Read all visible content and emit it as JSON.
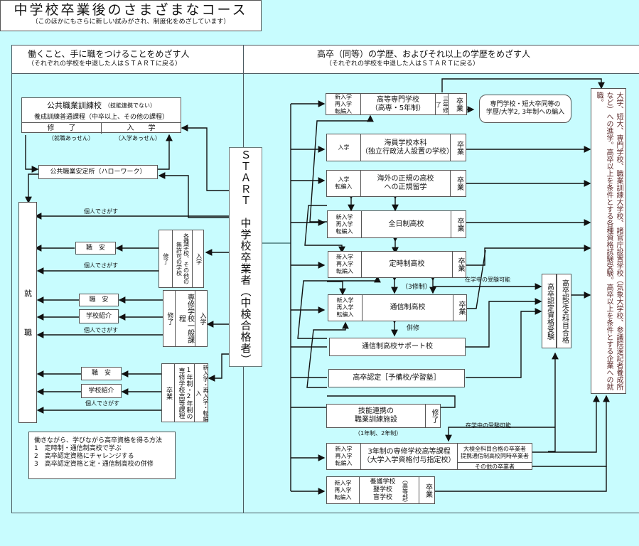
{
  "title": {
    "main": "中学校卒業後のさまざまなコース",
    "sub": "（このほかにもさらに新しい試みがされ、制度化をめざしています）"
  },
  "left_panel": {
    "heading": "働くこと、手に職をつけることをめざす人",
    "subheading": "（それぞれの学校を中退した人はＳＴＡＲＴに戻る）",
    "vocational_school": {
      "name": "公共職業訓練校",
      "note": "（技能連携でない）",
      "course": "養成訓練普通課程（中卒以上、その他の課程）",
      "complete": "修　　了",
      "enter": "入　　学",
      "job_referral": "（就職あっせん）",
      "enroll_referral": "（入学あっせん）"
    },
    "hello_work": "公共職業安定所（ハローワーク）",
    "employment": "就　　　　職",
    "self_search": "個人でさがす",
    "misc_school": {
      "complete": "修了",
      "name": "各種学校、その他の無許可の学校",
      "enter": "入学"
    },
    "vocational_general": {
      "complete": "修了",
      "name": "専修学校一般課程",
      "enter": "入学"
    },
    "vocational_upper": {
      "graduate": "卒業",
      "name": "1年制・2年制の専修学校高等課程",
      "enter": "新入学・再入学・転編入"
    },
    "job_office": "職　安",
    "school_referral": "学校紹介",
    "methods": {
      "title": "働きながら、学びながら高卒資格を得る方法",
      "items": [
        "1　定時制・通信制高校で学ぶ",
        "2　高卒認定資格にチャレンジする",
        "3　高卒認定資格と定・通信制高校の併修"
      ]
    }
  },
  "start": {
    "label": "ＳＴＡＲＴ　中学校卒業者（中検合格者）"
  },
  "right_panel": {
    "heading": "高卒（同等）の学歴、およびそれ以上の学歴をめざす人",
    "subheading": "（それぞれの学校を中退した人はＳＴＡＲＴに戻る）",
    "entry_full": "新入学\n再入学\n転編入",
    "entry_enter": "入学",
    "entry_enter_transfer": "入学\n転編入",
    "graduate": "卒業",
    "schools": [
      {
        "name": "高等専門学校\n（高専・5年制）",
        "extra": "三年修了"
      },
      {
        "name": "海員学校本科\n（独立行政法人設置の学校）"
      },
      {
        "name": "海外の正規の高校\nへの正規留学"
      },
      {
        "name": "全日制高校"
      },
      {
        "name": "定時制高校"
      },
      {
        "name": "通信制高校"
      }
    ],
    "kosen_outcome": "専門学校・短大卒同等の\n学歴/大学2, 3年制への編入",
    "three_system": "（3修制）",
    "concurrent": "併修",
    "support_school": "通信制高校サポート校",
    "prep_school": "高卒認定［予備校/学習塾］",
    "skill_facility": {
      "name": "技能連携の\n職業訓練施設",
      "complete": "修了",
      "duration": "（1年制、2年制）"
    },
    "exam_while_enrolled": "在学中の受験可能",
    "exam_while_enrolled_2": "在学中の受験可能",
    "vocational_3yr": {
      "name": "3年制の専修学校高等課程\n（大学入学資格付与指定校）",
      "outcome_a": "大検全科目合格の卒業者\n提携通信制高校同時卒業者",
      "outcome_b": "その他の卒業者"
    },
    "special_school": {
      "name": "養護学校\n聾学校\n盲学校",
      "division": "（高等部）"
    },
    "cert_exam": "高卒認定資格受験",
    "cert_pass": "高卒認定全科目合格",
    "final": "大学、短大、専門学校、職業訓練大学校、諸官庁設置学校（気象大学校、参議院速記者養成所など）への進学。高卒以上を条件とする各種資格試験受験。高卒以上を条件とする企業への就職。"
  }
}
